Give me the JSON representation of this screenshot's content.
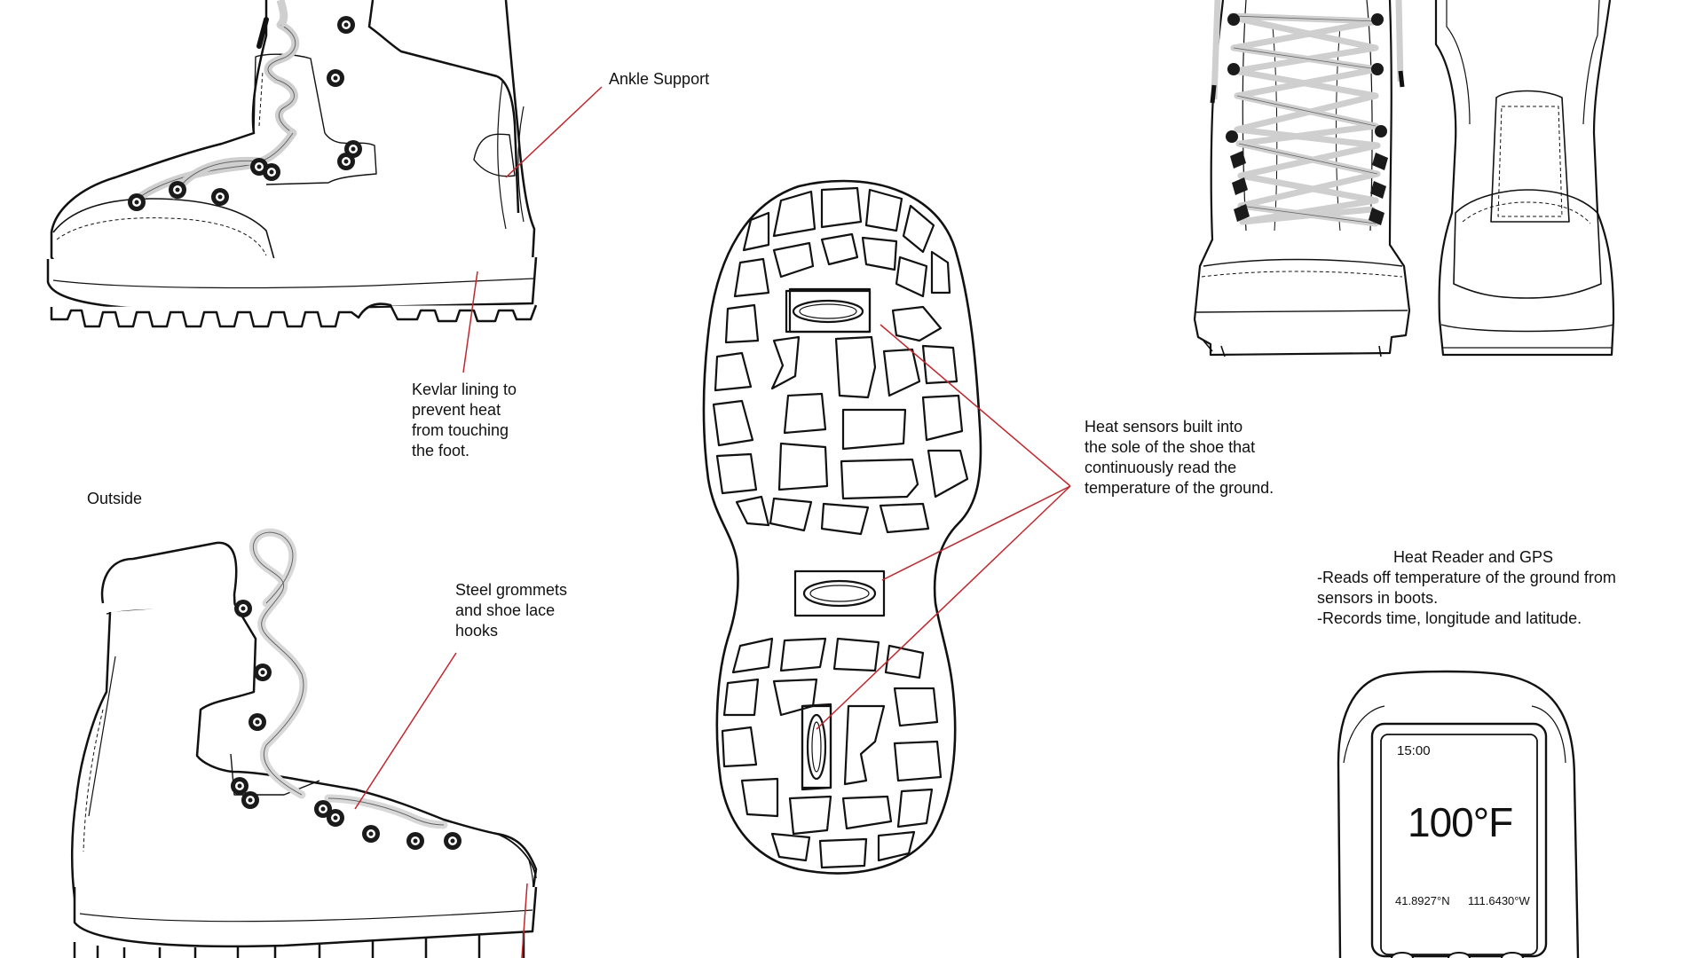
{
  "labels": {
    "ankle_support": "Ankle Support",
    "kevlar_lining": "Kevlar lining to\nprevent heat\nfrom touching\nthe foot.",
    "outside": "Outside",
    "steel_grommets": "Steel grommets\nand shoe lace\nhooks",
    "heat_sensors": "Heat sensors built into\nthe sole of the shoe that\ncontinuously read the\ntemperature of the ground.",
    "heat_reader_title": "Heat Reader and GPS",
    "heat_reader_line1": "-Reads off temperature of the ground from\nsensors in boots.",
    "heat_reader_line2": "-Records time, longitude and latitude."
  },
  "device": {
    "time": "15:00",
    "temperature": "100°F",
    "latitude": "41.8927°N",
    "longitude": "111.6430°W"
  },
  "colors": {
    "leader_line": "#c0272d",
    "outline": "#111111",
    "grommet": "#1a1a1a",
    "lace": "#e6e6e6"
  }
}
